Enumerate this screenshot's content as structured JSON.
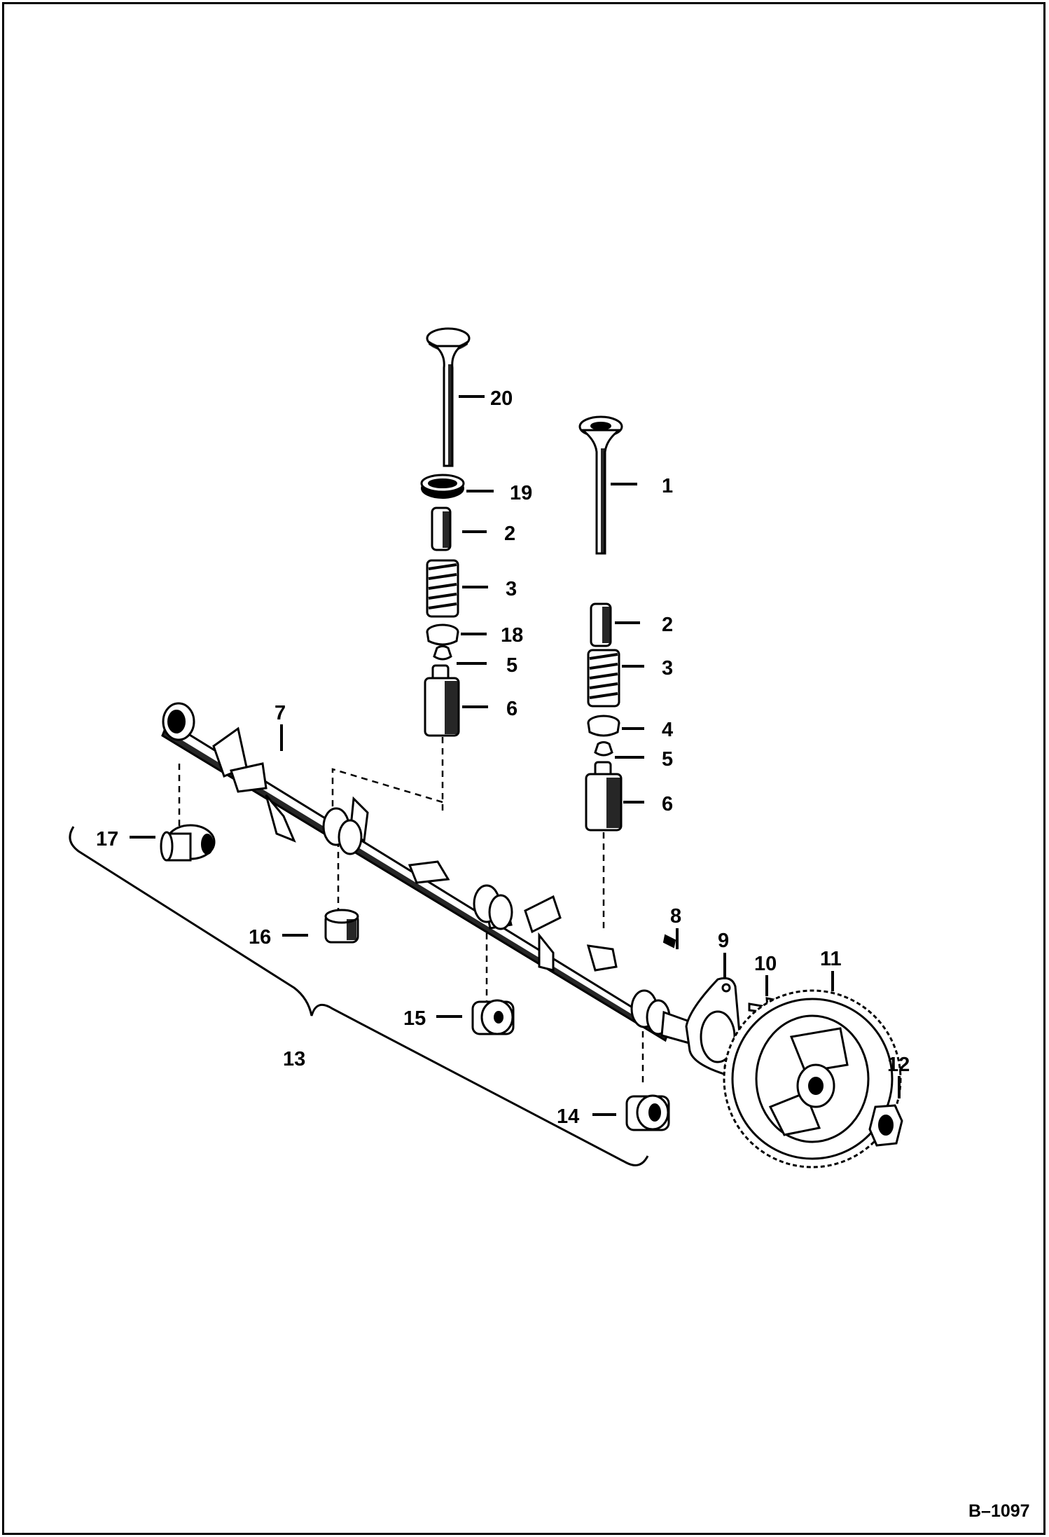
{
  "diagram": {
    "callouts": [
      "20",
      "19",
      "2",
      "3",
      "18",
      "5",
      "6",
      "1",
      "2",
      "3",
      "4",
      "5",
      "6",
      "7",
      "17",
      "16",
      "15",
      "14",
      "13",
      "8",
      "9",
      "10",
      "11",
      "12"
    ],
    "reference": "B–1097"
  },
  "colors": {
    "ink": "#000000",
    "paper": "#ffffff"
  }
}
